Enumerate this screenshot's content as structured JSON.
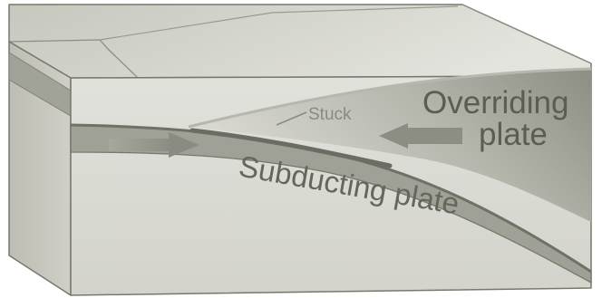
{
  "labels": {
    "stuck": "Stuck",
    "overriding_line1": "Overriding",
    "overriding_line2": "plate",
    "subducting": "Subducting plate"
  },
  "colors": {
    "top_face": "#d0d0c8",
    "front_face": "#dcdcd6",
    "left_face": "#c2c2b8",
    "subducting_slab": "#9c9d92",
    "overriding_wedge": "#8e8f84",
    "outline": "#77786d",
    "text_dark": "#5b5c52",
    "text_light": "#8a8b80",
    "arrow": "#8d8e83"
  },
  "icons": {
    "overriding_arrow": "arrow-left",
    "subducting_arrow": "arrow-right"
  }
}
